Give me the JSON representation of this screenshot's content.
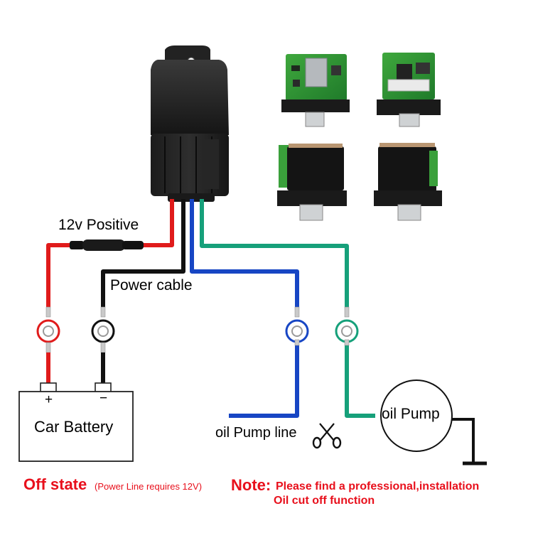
{
  "labels": {
    "positive": "12v Positive",
    "power_cable": "Power cable",
    "battery": "Car Battery",
    "battery_plus": "+",
    "battery_minus": "−",
    "oil_pump_line": "oil Pump line",
    "oil_pump": "oil Pump"
  },
  "footer": {
    "off_state": "Off state",
    "off_state_note": "(Power Line requires 12V)",
    "note_title": "Note:",
    "note_text": "Please find a professional,installation",
    "note_text_2": "Oil cut off function"
  },
  "icons": [
    "relay-device",
    "circuit-board-photo",
    "fuse-icon",
    "ring-terminal-icon",
    "scissors-icon",
    "ground-symbol-icon"
  ],
  "colors": {
    "red_wire": "#e01b1b",
    "black_wire": "#111111",
    "blue_wire": "#1746c4",
    "green_wire": "#16a07a",
    "note_red": "#e8101c"
  }
}
